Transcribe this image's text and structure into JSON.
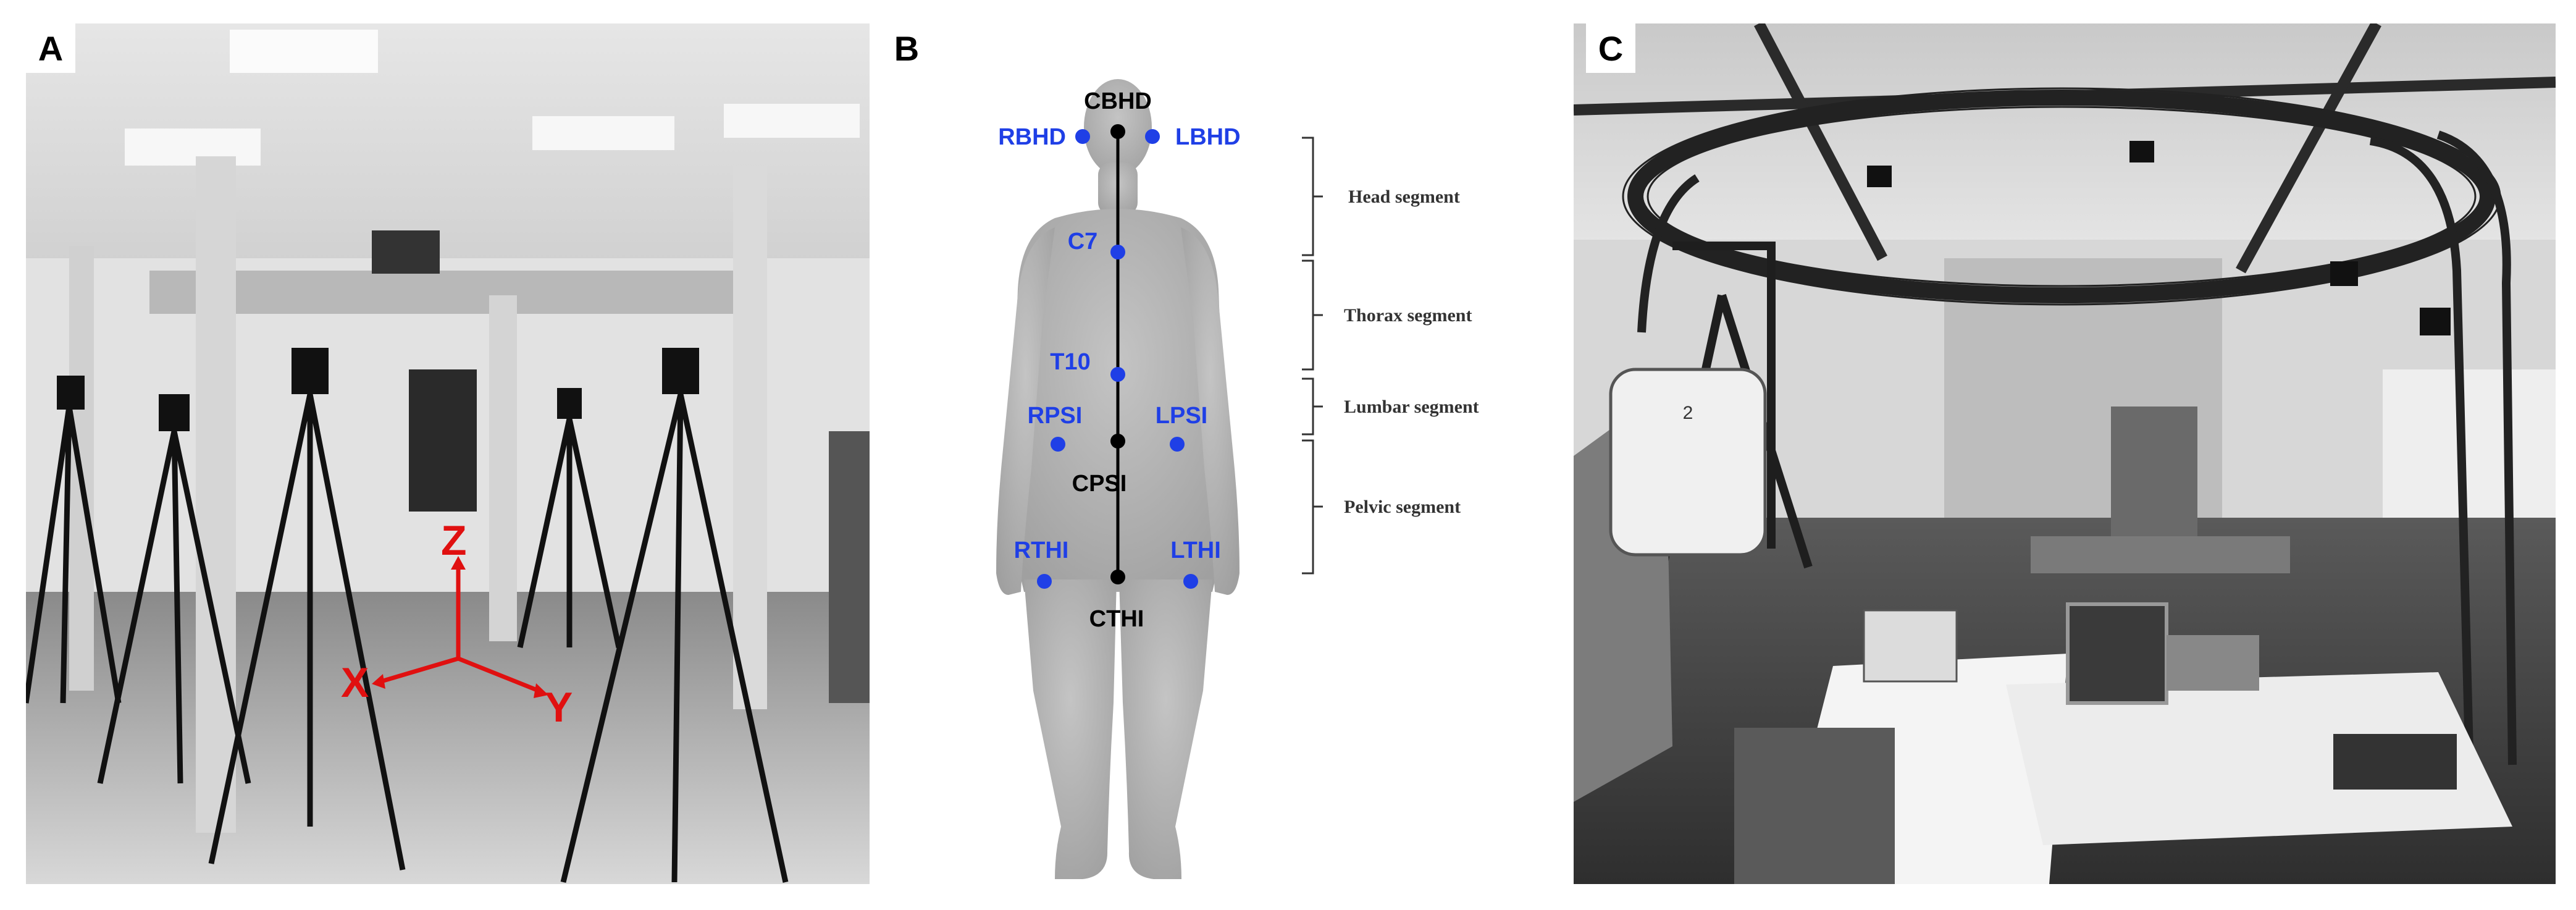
{
  "panels": {
    "a": {
      "label": "A"
    },
    "b": {
      "label": "B"
    },
    "c": {
      "label": "C"
    }
  },
  "axes": {
    "z": "Z",
    "x": "X",
    "y": "Y"
  },
  "markers": {
    "cbhd": "CBHD",
    "rbhd": "RBHD",
    "lbhd": "LBHD",
    "c7": "C7",
    "t10": "T10",
    "rpsi": "RPSI",
    "lpsi": "LPSI",
    "cpsi": "CPSI",
    "rthi": "RTHI",
    "lthi": "LTHI",
    "cthi": "CTHI"
  },
  "segments": {
    "head": "Head segment",
    "thorax": "Thorax segment",
    "lumbar": "Lumbar segment",
    "pelvic": "Pelvic segment"
  },
  "device_number": "2",
  "colors": {
    "marker_blue": "#1f3fe6",
    "marker_black": "#000000",
    "axis_red": "#e01010"
  }
}
